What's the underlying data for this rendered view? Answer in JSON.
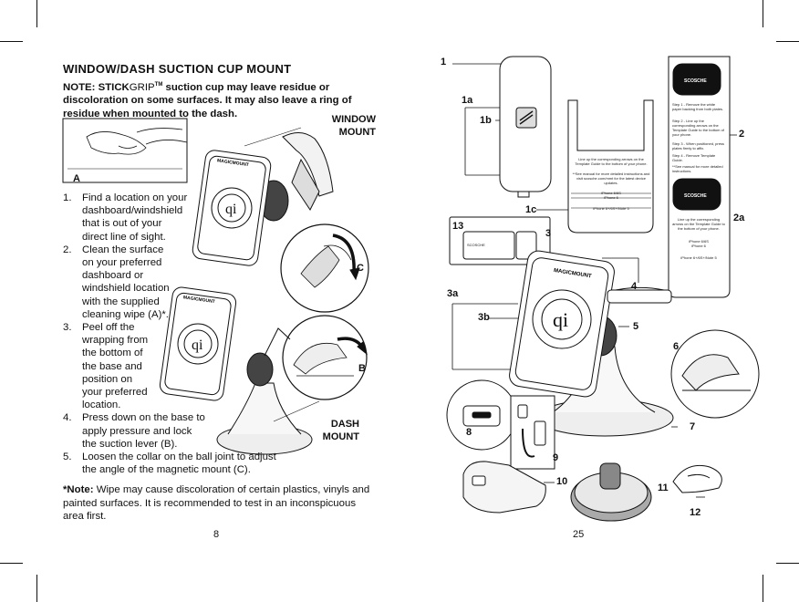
{
  "left_page": {
    "title": "WINDOW/DASH SUCTION CUP MOUNT",
    "note_label": "NOTE:",
    "note_brand_bold": "STICK",
    "note_brand_light": "GRIP",
    "note_brand_tm": "TM",
    "note_text": "suction cup may leave residue or discoloration on some surfaces. It may also leave a ring of residue when mounted to the dash.",
    "steps": [
      {
        "num": "1.",
        "lines": [
          "Find a location on your",
          "dashboard/windshield",
          "that is out of your",
          "direct line of sight."
        ]
      },
      {
        "num": "2.",
        "lines": [
          "Clean the surface",
          "on your preferred",
          "dashboard or",
          "windshield location",
          "with the supplied",
          "cleaning wipe (A)*."
        ]
      },
      {
        "num": "3.",
        "lines": [
          "Peel off the",
          "wrapping from",
          "the bottom of",
          "the base and",
          "position on",
          "your preferred",
          "location."
        ]
      },
      {
        "num": "4.",
        "lines": [
          "Press down on the base to",
          "apply pressure and lock",
          "the suction lever (B)."
        ]
      },
      {
        "num": "5.",
        "lines": [
          "Loosen the collar on the ball joint to adjust",
          "the angle of the magnetic mount (C)."
        ]
      }
    ],
    "footnote_label": "*Note:",
    "footnote_text": "Wipe may cause discoloration of certain plastics, vinyls and painted surfaces. It is recommended to test in an inconspicuous area first.",
    "page_number": "8",
    "window_mount_label": [
      "WINDOW",
      "MOUNT"
    ],
    "dash_mount_label": [
      "DASH",
      "MOUNT"
    ],
    "callouts": {
      "a": "A",
      "b": "B",
      "c": "C"
    },
    "mount_brand": "MAGICMOUNT",
    "scosche_logo": "SCOSCHE"
  },
  "right_page": {
    "page_number": "25",
    "part_labels": [
      "1",
      "1a",
      "1b",
      "1c",
      "2",
      "2a",
      "3",
      "3a",
      "3b",
      "4",
      "5",
      "6",
      "7",
      "8",
      "9",
      "10",
      "11",
      "12",
      "13"
    ],
    "template_text": {
      "line_up": "Line up the corresponding arrows on the Template Guide to the bottom of your phone.",
      "see_manual": "**See manual for more detailed instructions and visit scosche.com/mmt for the latest device updates.",
      "models": [
        "iPhone 6/6S",
        "iPhone 6",
        "iPhone 6+/6S+/Note 5"
      ]
    },
    "strip_steps": [
      "Step 1 - Remove the white paper backing from both plates.",
      "Step 2 - Line up the corresponding arrows on the Template Guide to the bottom of your phone.",
      "Step 3 - When positioned, press plates firmly to affix.",
      "Step 4 - Remove Template Guide.",
      "**See manual for more detailed instructions."
    ],
    "strip_bottom": {
      "line_up": "Line up the corresponding arrows on the Template Guide to the bottom of your phone.",
      "models": [
        "iPhone 6/6S",
        "iPhone 6",
        "iPhone 6+/6S+/Note 5"
      ]
    }
  }
}
